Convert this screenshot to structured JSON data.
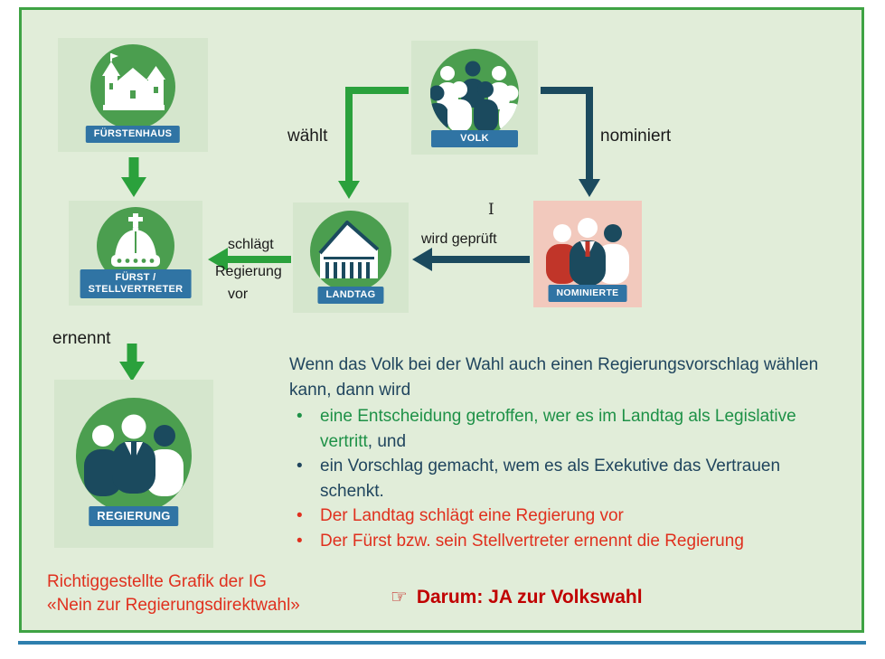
{
  "colors": {
    "page_background": "#e1edd9",
    "frame_border_green": "#3fa344",
    "icon_circle_green": "#4b9e4f",
    "tile_green": "#d5e6cd",
    "tile_pink": "#f2c9bd",
    "banner_blue": "#3074a4",
    "arrow_green": "#2aa13c",
    "arrow_navy": "#1b4a5e",
    "text_dark_navy": "#20455e",
    "text_green": "#1e9147",
    "text_red": "#e0301e",
    "text_dark_red": "#c00000",
    "bottom_line_blue": "#2e7fae"
  },
  "diagram": {
    "nodes": {
      "fuerstenhaus": {
        "label": "FÜRSTENHAUS"
      },
      "fuerst": {
        "label_line1": "FÜRST /",
        "label_line2": "STELLVERTRETER"
      },
      "regierung": {
        "label": "REGIERUNG"
      },
      "volk": {
        "label": "VOLK"
      },
      "landtag": {
        "label": "LANDTAG"
      },
      "nominierte": {
        "label": "NOMINIERTE"
      }
    },
    "edge_labels": {
      "waehlt": "wählt",
      "nominiert": "nominiert",
      "wird_geprueft": "wird geprüft",
      "schlaegt_1": "schlägt",
      "schlaegt_2": "Regierung",
      "schlaegt_3": "vor",
      "ernennt": "ernennt"
    }
  },
  "text_block": {
    "intro": "Wenn das Volk bei der Wahl auch einen Regierungsvorschlag wählen kann, dann wird",
    "bullets": [
      {
        "text": "eine Entscheidung getroffen, wer es im Landtag als Legislative vertritt",
        "suffix": ", und"
      },
      {
        "text": "ein Vorschlag gemacht, wem es als Exekutive das Vertrauen schenkt.",
        "suffix": ""
      },
      {
        "text": "Der Landtag schlägt eine Regierung vor",
        "suffix": ""
      },
      {
        "text": "Der Fürst bzw. sein Stellvertreter ernennt die Regierung",
        "suffix": ""
      }
    ]
  },
  "footer": {
    "credit_line1": "Richtiggestellte Grafik der IG",
    "credit_line2": "«Nein zur Regierungsdirektwahl»",
    "cta_icon": "☞",
    "cta": "Darum: JA zur Volkswahl"
  },
  "icons": {
    "pointing_hand": "☞",
    "text_cursor": "I-beam"
  }
}
